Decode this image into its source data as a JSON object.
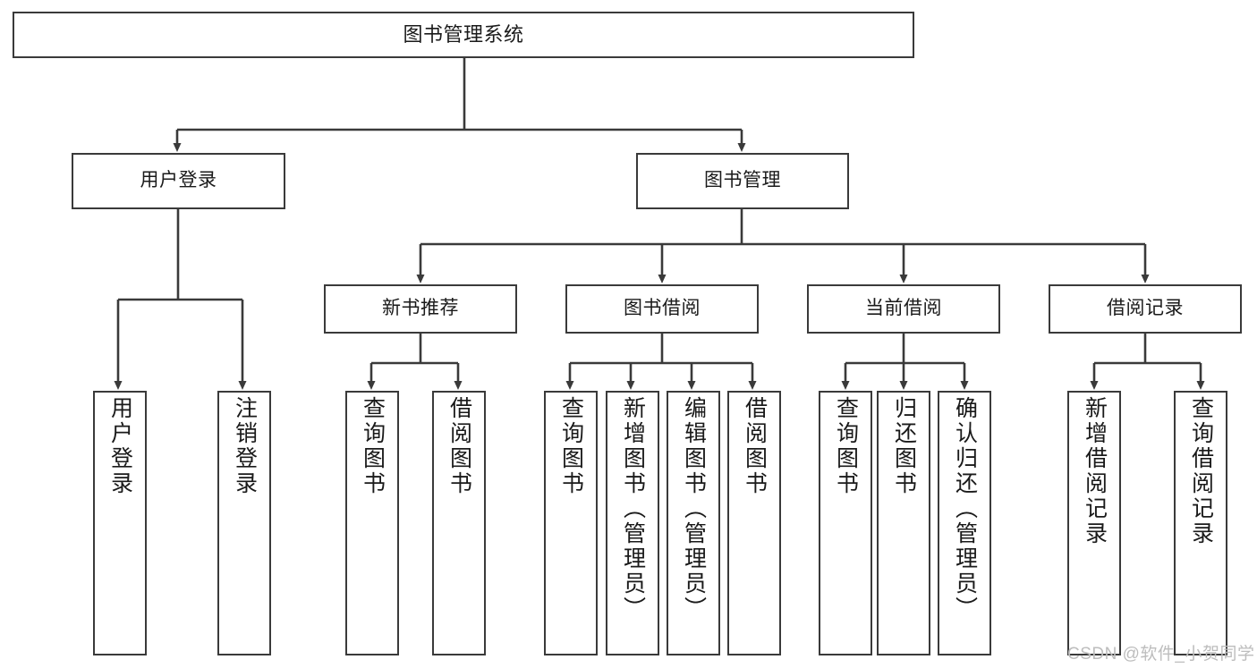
{
  "diagram": {
    "type": "tree-hierarchy-diagram",
    "title": "图书管理系统",
    "watermark": "CSDN @软件_小贺同学",
    "colors": {
      "box_border": "#3a3a3a",
      "box_fill": "#ffffff",
      "connector": "#3a3a3a",
      "text": "#1a1a1a",
      "watermark": "#bdbdbd",
      "background": "#ffffff"
    },
    "levels": {
      "root": "图书管理系统",
      "level2": [
        "用户登录",
        "图书管理"
      ],
      "level3": [
        "新书推荐",
        "图书借阅",
        "当前借阅",
        "借阅记录"
      ]
    },
    "nodes": {
      "root": {
        "label": "图书管理系统"
      },
      "user_login": {
        "label": "用户登录"
      },
      "book_manage": {
        "label": "图书管理"
      },
      "new_book_rec": {
        "label": "新书推荐"
      },
      "book_borrow": {
        "label": "图书借阅"
      },
      "current_borrow": {
        "label": "当前借阅"
      },
      "borrow_record": {
        "label": "借阅记录"
      }
    },
    "leaves": {
      "user_login": [
        {
          "label": "用户登录"
        },
        {
          "label": "注销登录"
        }
      ],
      "new_book_rec": [
        {
          "label": "查询图书"
        },
        {
          "label": "借阅图书"
        }
      ],
      "book_borrow": [
        {
          "label": "查询图书"
        },
        {
          "label": "新增图书（管理员）"
        },
        {
          "label": "编辑图书（管理员）"
        },
        {
          "label": "借阅图书"
        }
      ],
      "current_borrow": [
        {
          "label": "查询图书"
        },
        {
          "label": "归还图书"
        },
        {
          "label": "确认归还（管理员）"
        }
      ],
      "borrow_record": [
        {
          "label": "新增借阅记录"
        },
        {
          "label": "查询借阅记录"
        }
      ]
    }
  }
}
